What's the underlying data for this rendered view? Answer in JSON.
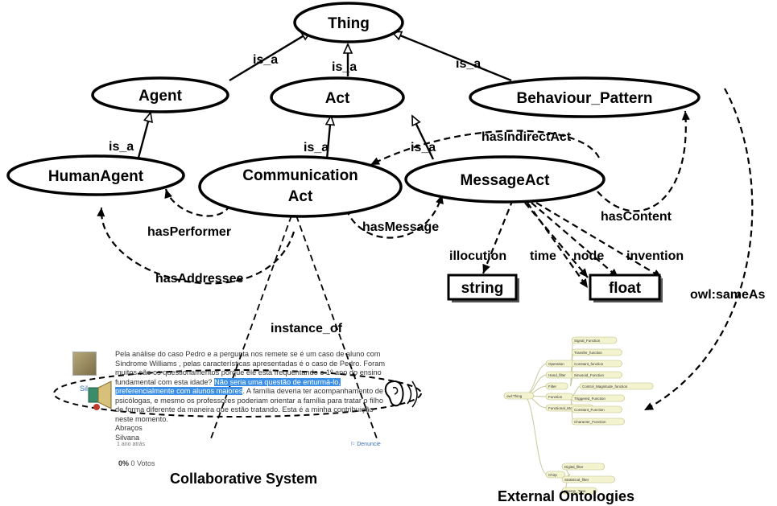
{
  "nodes": {
    "thing": "Thing",
    "agent": "Agent",
    "act": "Act",
    "behaviour_pattern": "Behaviour_Pattern",
    "human_agent": "HumanAgent",
    "communication_act_1": "Communication",
    "communication_act_2": "Act",
    "message_act": "MessageAct",
    "string_type": "string",
    "float_type": "float"
  },
  "edges": {
    "is_a_agent": "is_a",
    "is_a_act": "is_a",
    "is_a_behaviour": "is_a",
    "is_a_human": "is_a",
    "is_a_comm": "is_a",
    "is_a_message": "is_a",
    "has_indirect_act": "hasIndirectAct",
    "has_performer": "hasPerformer",
    "has_message": "hasMessage",
    "has_content": "hasContent",
    "has_addressee": "hasAddressee",
    "illocution": "illocution",
    "time": "time",
    "node": "node",
    "invention": "invention",
    "instance_of": "instance_of",
    "owl_same_as": "owl:sameAs"
  },
  "post": {
    "text_before": "Pela análise do caso Pedro e a pergunta nos remete se é um caso de aluno com Síndrome Williams , pelas características apresentadas é o caso de Pedro. Foram muitos são os questionamentos porque ele está frequentando o 1º ano do ensino fundamental com esta idade?",
    "text_highlight": "Não seria uma questão de enturmá-lo, preferencialmente com alunos maiores",
    "text_after": ". A família deveria ter acompanhamento de psicólogas, e mesmo os professores poderiam orientar a família para tratar o filho de forma diferente da maneira que estão tratando. Esta é a minha contribuição neste momento.",
    "closing": "Abraços",
    "signature": "Silvana",
    "avatar_name": "Sil",
    "time_ago": "1 ano atrás",
    "report_label": "Denuncie",
    "votes_percent": "0%",
    "votes_label": "0 Votos"
  },
  "ontology_graph": {
    "root": "owl:Thing",
    "branches": [
      "Operation",
      "Hand_filter",
      "Filter",
      "Function",
      "Functional_Model",
      "Chirp"
    ],
    "leaves": [
      "Signal_Function",
      "Transfer_function",
      "Constant_function",
      "Sinusoid_Function",
      "Control_Magnitude_function",
      "Triggered_Function",
      "Constant_Function",
      "Character_Function",
      "Digital_filter",
      "Statistical_filter",
      "Energy_Tone"
    ]
  },
  "captions": {
    "collaborative_system": "Collaborative System",
    "external_ontologies": "External Ontologies"
  }
}
